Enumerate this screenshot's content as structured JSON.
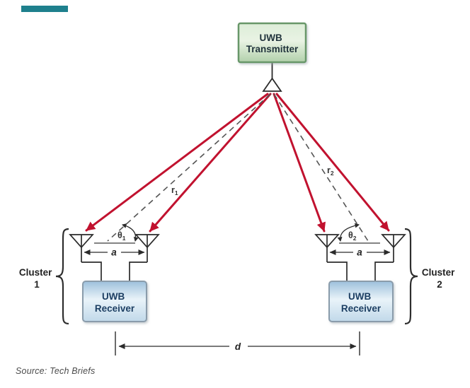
{
  "accent_bar": {
    "color": "#1e808d"
  },
  "transmitter": {
    "line1": "UWB",
    "line2": "Transmitter"
  },
  "receiver_left": {
    "line1": "UWB",
    "line2": "Receiver"
  },
  "receiver_right": {
    "line1": "UWB",
    "line2": "Receiver"
  },
  "cluster_left": {
    "line1": "Cluster",
    "line2": "1"
  },
  "cluster_right": {
    "line1": "Cluster",
    "line2": "2"
  },
  "labels": {
    "r1": {
      "base": "r",
      "sub": "1"
    },
    "r2": {
      "base": "r",
      "sub": "2"
    },
    "theta1": {
      "base": "θ",
      "sub": "1"
    },
    "theta2": {
      "base": "θ",
      "sub": "2"
    },
    "a_left": "a",
    "a_right": "a",
    "d": "d"
  },
  "source": {
    "text": "Source: Tech Briefs"
  },
  "colors": {
    "signal_red": "#c1122f",
    "dash_gray": "#555555",
    "line_dark": "#333333",
    "transmitter_border": "#689769",
    "transmitter_fill_top": "#ddedd8",
    "transmitter_fill_bottom": "#b2d0ab",
    "receiver_border": "#8a9cab",
    "receiver_fill_top": "#9cc0dc",
    "receiver_fill_mid": "#e9f3f9",
    "receiver_fill_bottom": "#c0d8e9"
  }
}
